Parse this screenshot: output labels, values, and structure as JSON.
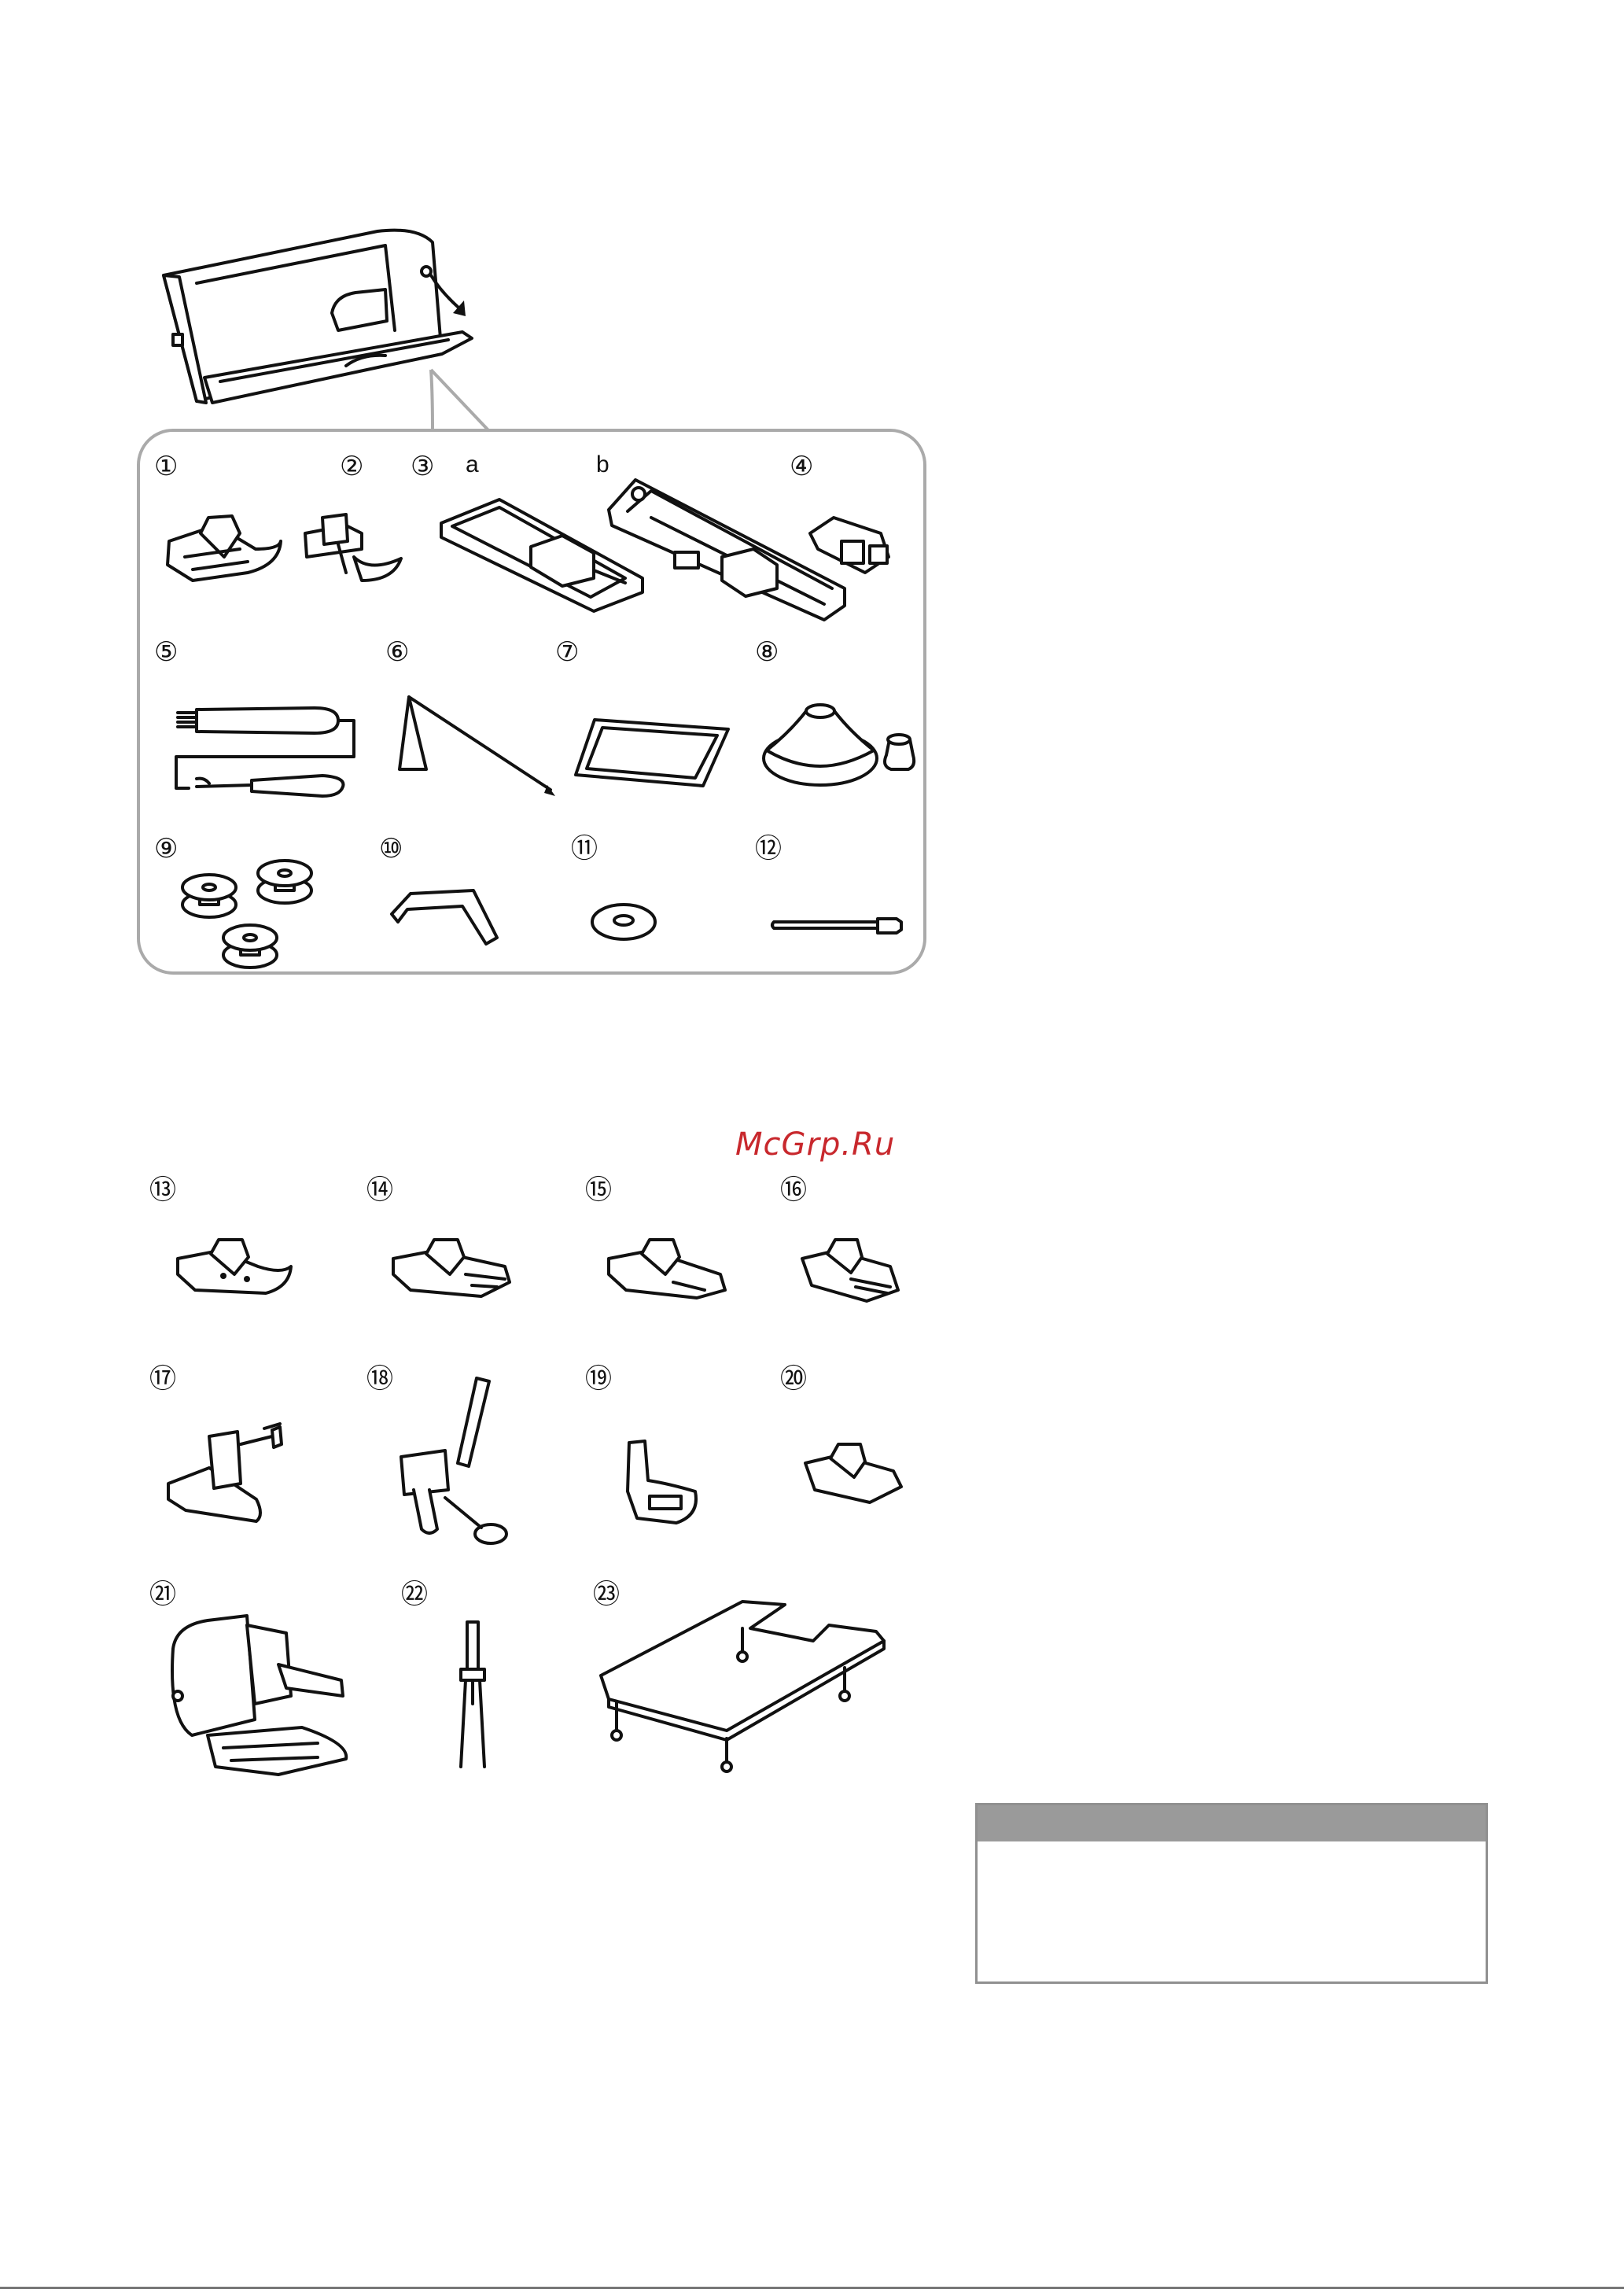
{
  "items": {
    "n1": "①",
    "n2": "②",
    "n3": "③",
    "n4": "④",
    "n5": "⑤",
    "n6": "⑥",
    "n7": "⑦",
    "n8": "⑧",
    "n9": "⑨",
    "n10": "⑩",
    "n11": "⑪",
    "n12": "⑫",
    "n13": "⑬",
    "n14": "⑭",
    "n15": "⑮",
    "n16": "⑯",
    "n17": "⑰",
    "n18": "⑱",
    "n19": "⑲",
    "n20": "⑳",
    "n21": "㉑",
    "n22": "㉒",
    "n23": "㉓"
  },
  "sub_labels": {
    "a": "a",
    "b": "b"
  },
  "watermark": "McGrp.Ru"
}
